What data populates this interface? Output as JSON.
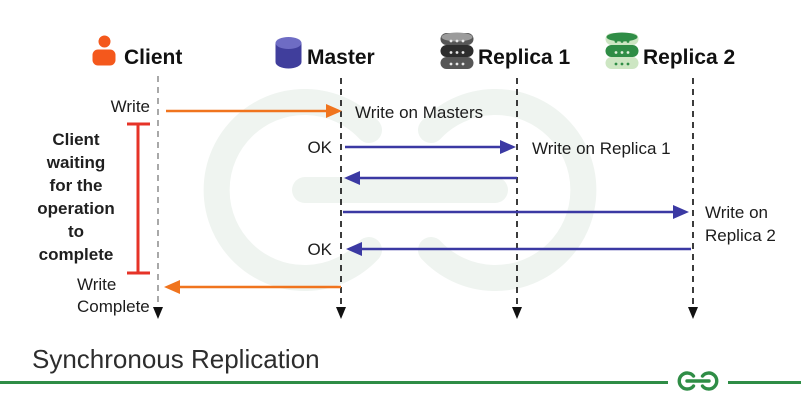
{
  "page": {
    "title": "Synchronous Replication"
  },
  "actors": [
    {
      "label": "Client",
      "icon": "person-icon",
      "color": "#F4581C"
    },
    {
      "label": "Master",
      "icon": "database-cylinder-icon",
      "color": "#44429E"
    },
    {
      "label": "Replica 1",
      "icon": "database-stack-dark-icon",
      "color": "#4A4A4A"
    },
    {
      "label": "Replica 2",
      "icon": "database-stack-green-icon",
      "color": "#2F8D46"
    }
  ],
  "messages": {
    "write_request": "Write",
    "write_on_masters": "Write on Masters",
    "ok_from_replica1": "OK",
    "write_on_replica1": "Write on Replica 1",
    "write_on_replica2_lines": [
      "Write on",
      "Replica 2"
    ],
    "ok_from_replica2": "OK",
    "write_complete_lines": [
      "Write",
      "Complete"
    ]
  },
  "annotations": {
    "waiting_note_lines": [
      "Client",
      "waiting",
      "for the",
      "operation",
      "to",
      "complete"
    ]
  },
  "colors": {
    "client_arrow": "#F0741E",
    "replication_arrow": "#3B39A3",
    "waiting_bar": "#E63327",
    "brand_green": "#2F8D46"
  }
}
